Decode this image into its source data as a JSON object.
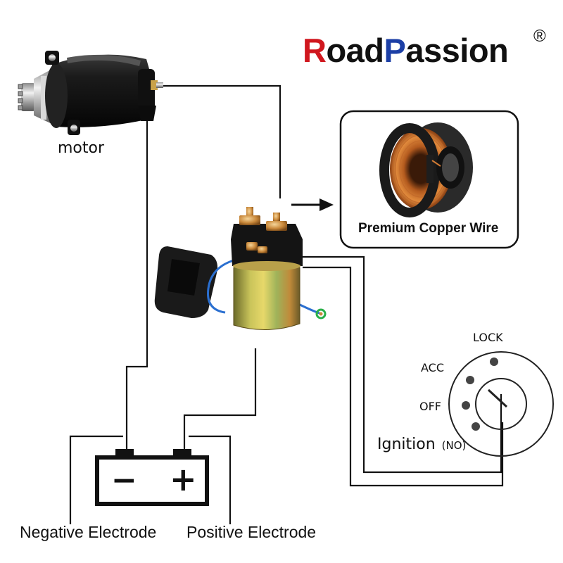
{
  "brand": {
    "part1": "R",
    "part2": "oad",
    "part3": "P",
    "part4": "assion",
    "registered": "®",
    "colors": {
      "red": "#d0171e",
      "black": "#111111",
      "blue": "#1c3fa6"
    }
  },
  "labels": {
    "motor": "motor",
    "copper_wire": "Premium Copper Wire",
    "lock": "LOCK",
    "acc": "ACC",
    "off": "OFF",
    "ignition": "Ignition",
    "ignition_note": "(NO)",
    "negative_electrode": "Negative Electrode",
    "positive_electrode": "Positive Electrode",
    "battery_negative": "−",
    "battery_positive": "+"
  },
  "icons": [
    "starter-motor-icon",
    "starter-relay-solenoid-icon",
    "copper-wire-spool-icon",
    "ignition-switch-icon",
    "battery-icon",
    "arrow-right-icon"
  ]
}
